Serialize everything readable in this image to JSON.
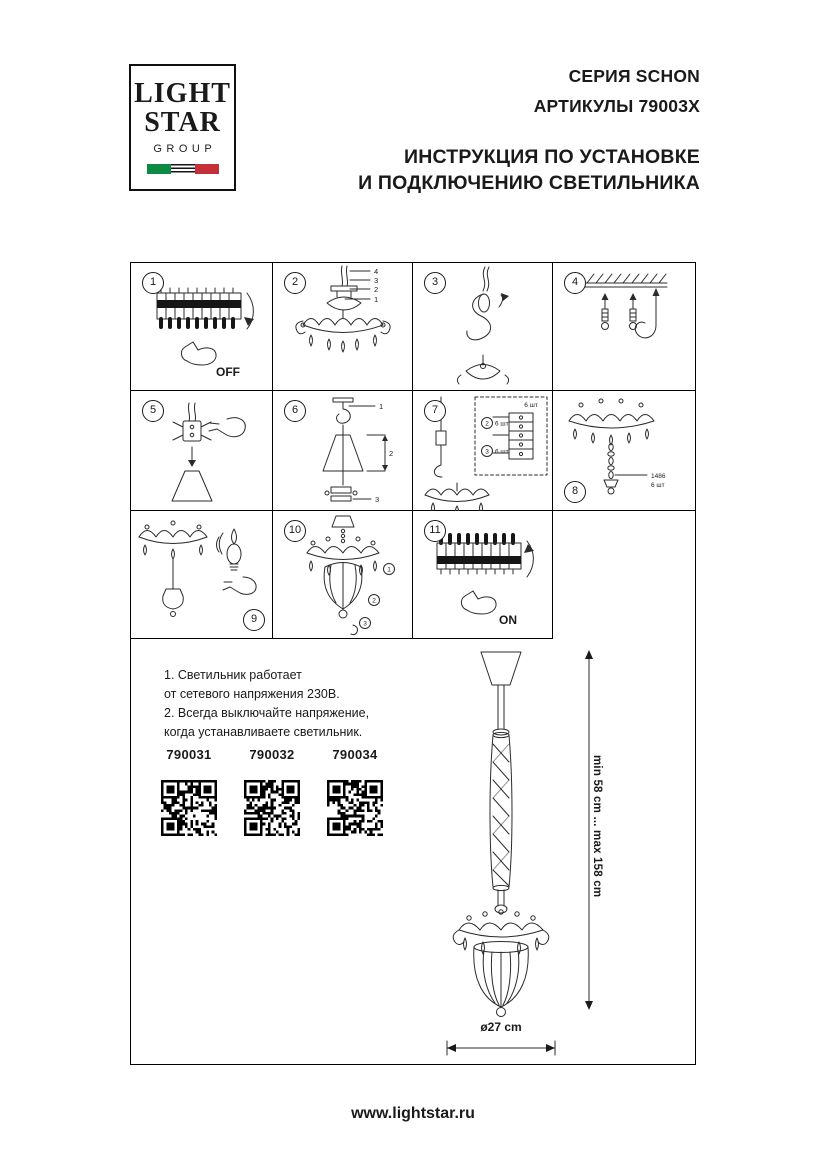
{
  "page": {
    "logo": {
      "word1": "LIGHT",
      "word2": "STAR",
      "word3": "GROUP"
    },
    "header": {
      "series": "СЕРИЯ SCHON",
      "articles": "АРТИКУЛЫ 79003X",
      "title1": "ИНСТРУКЦИЯ ПО УСТАНОВКЕ",
      "title2": "И ПОДКЛЮЧЕНИЮ СВЕТИЛЬНИКА"
    }
  },
  "steps": {
    "s1": {
      "num": "1",
      "label": "OFF"
    },
    "s2": {
      "num": "2",
      "callouts": [
        "4",
        "3",
        "2",
        "1"
      ]
    },
    "s3": {
      "num": "3"
    },
    "s4": {
      "num": "4"
    },
    "s5": {
      "num": "5"
    },
    "s6": {
      "num": "6",
      "callouts": [
        "1",
        "2",
        "3"
      ]
    },
    "s7": {
      "num": "7",
      "qty_top": "6 шт",
      "ref2": "2",
      "qty2": "6 шт",
      "ref3": "3",
      "qty3": "6 шт"
    },
    "s8": {
      "num": "8",
      "part": "1486",
      "qty": "6 шт"
    },
    "s9": {
      "num": "9"
    },
    "s10": {
      "num": "10",
      "callouts": [
        "1",
        "2",
        "3"
      ]
    },
    "s11": {
      "num": "11",
      "label": "ON"
    }
  },
  "notes": {
    "line1": "1. Светильник работает",
    "line2": "от сетевого напряжения 230В.",
    "line3": "2. Всегда выключайте напряжение,",
    "line4": "когда устанавливаете светильник."
  },
  "products": {
    "p1": "790031",
    "p2": "790032",
    "p3": "790034"
  },
  "dimensions": {
    "height": "min 58 cm ... max 158 cm",
    "diameter": "ø27 cm"
  },
  "footer": {
    "site": "www.lightstar.ru"
  }
}
